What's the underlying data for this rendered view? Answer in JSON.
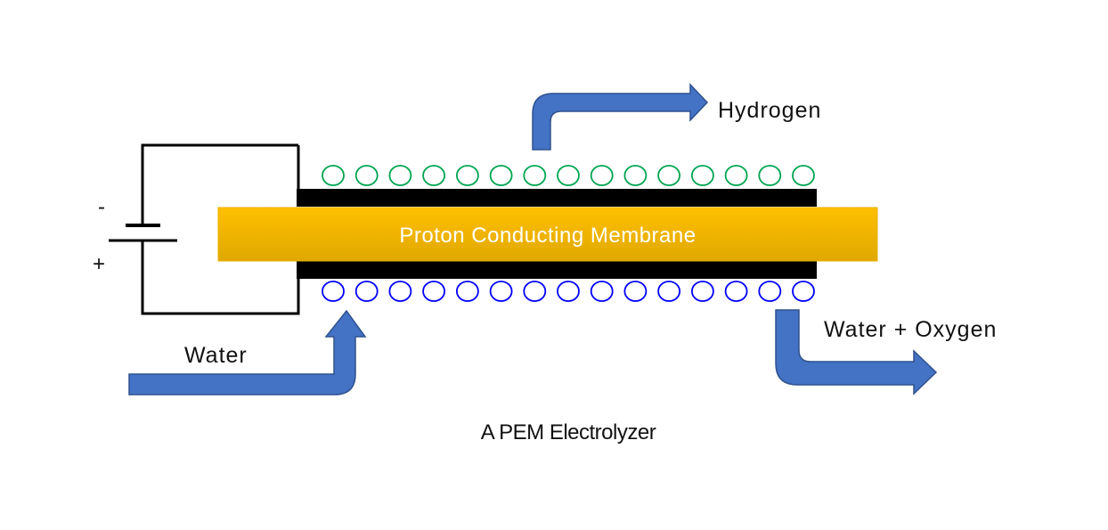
{
  "labels": {
    "hydrogen": "Hydrogen",
    "water_in": "Water",
    "water_oxygen": "Water + Oxygen",
    "membrane": "Proton Conducting Membrane",
    "minus": "-",
    "plus": "+",
    "caption": "A PEM Electrolyzer"
  },
  "colors": {
    "arrow_fill": "#4472C4",
    "arrow_stroke": "#2F528F",
    "bubble_top": "#00A550",
    "bubble_bottom": "#0000FF",
    "membrane_top": "#FFC000",
    "membrane_bottom": "#E0A800",
    "electrode": "#000000",
    "wire": "#000000"
  },
  "bubbles": {
    "top_count": 15,
    "bottom_count": 15
  }
}
